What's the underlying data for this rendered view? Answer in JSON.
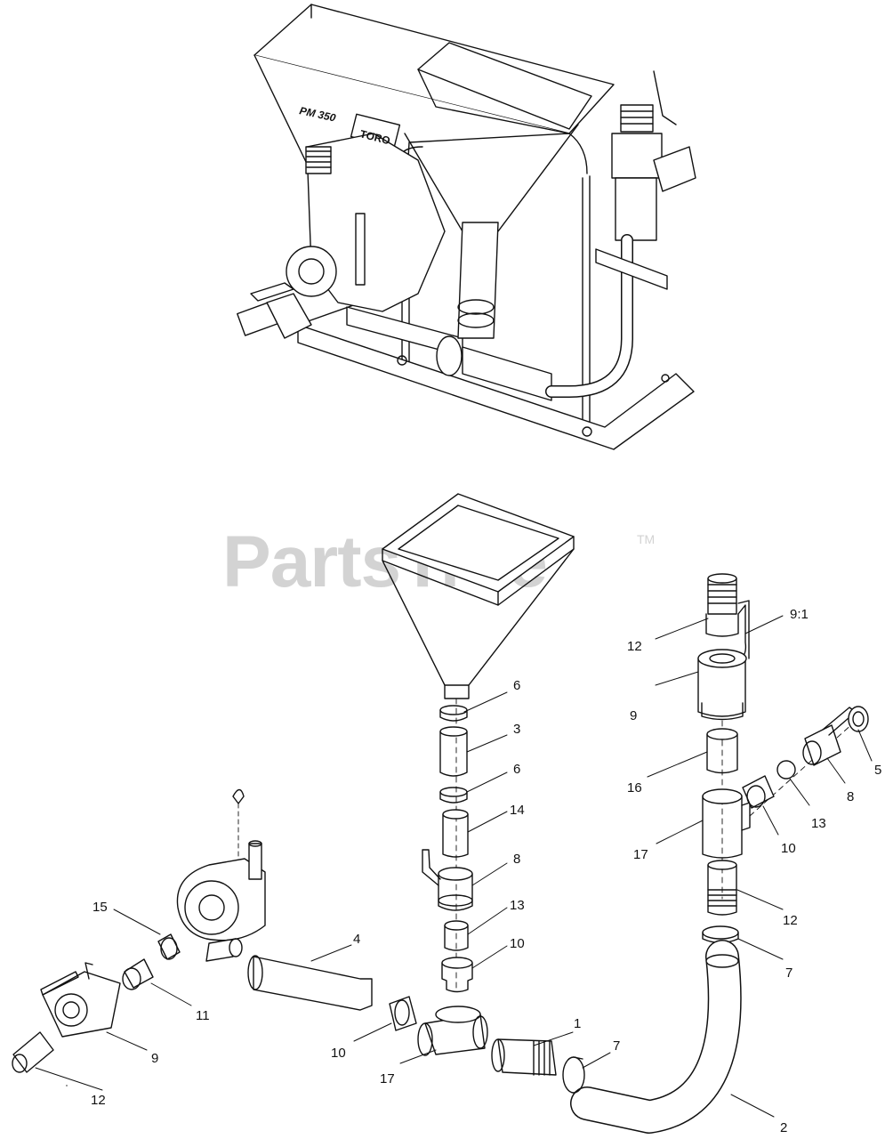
{
  "watermark": {
    "text": "PartsTree",
    "tm": "TM"
  },
  "machine": {
    "model_label": "PM 350",
    "brand_label": "TORO"
  },
  "callouts": {
    "hopper_top_6": "6",
    "hopper_3": "3",
    "hopper_bottom_6": "6",
    "hopper_14": "14",
    "hopper_8": "8",
    "hopper_13": "13",
    "hopper_10": "10",
    "right_9_1": "9:1",
    "right_12_top": "12",
    "right_9": "9",
    "right_5": "5",
    "right_8": "8",
    "right_16": "16",
    "right_13": "13",
    "right_10": "10",
    "right_17": "17",
    "right_12_bottom": "12",
    "right_7": "7",
    "left_15": "15",
    "left_4": "4",
    "left_11": "11",
    "left_9": "9",
    "left_12": "12",
    "left_10": "10",
    "left_17": "17",
    "bottom_1": "1",
    "bottom_7": "7",
    "bottom_2": "2"
  }
}
